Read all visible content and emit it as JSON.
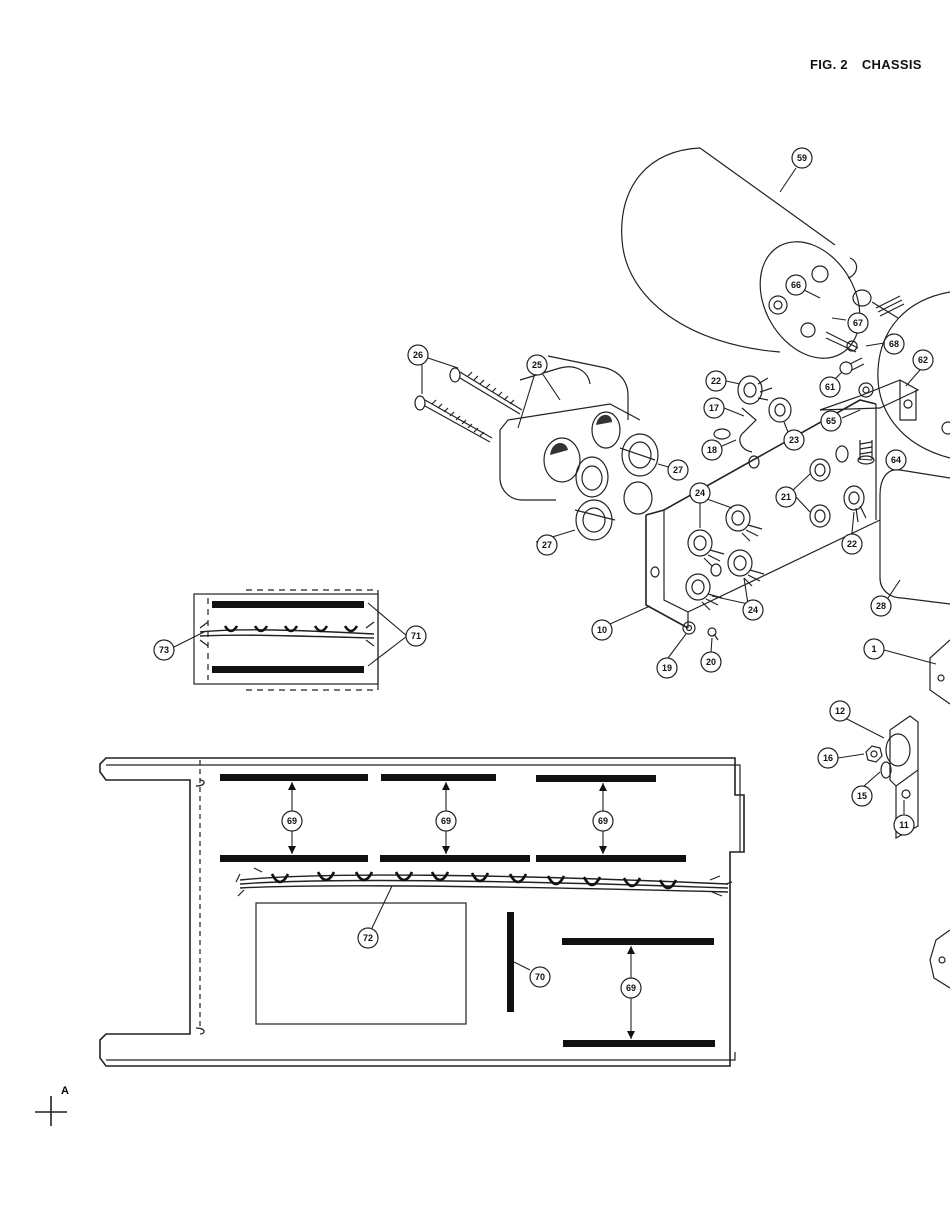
{
  "figure": {
    "number": "FIG. 2",
    "title": "CHASSIS"
  },
  "reference_mark": "A",
  "callouts": {
    "c59": "59",
    "c66": "66",
    "c67": "67",
    "c68": "68",
    "c61": "61",
    "c62": "62",
    "c26": "26",
    "c25": "25",
    "c22a": "22",
    "c17": "17",
    "c18": "18",
    "c23": "23",
    "c65": "65",
    "c27a": "27",
    "c27b": "27",
    "c64": "64",
    "c24a": "24",
    "c21": "21",
    "c22b": "22",
    "c24b": "24",
    "c28": "28",
    "c10": "10",
    "c19": "19",
    "c20": "20",
    "c1": "1",
    "c73": "73",
    "c71": "71",
    "c12": "12",
    "c16": "16",
    "c15": "15",
    "c11": "11",
    "c69a": "69",
    "c69b": "69",
    "c69c": "69",
    "c72": "72",
    "c70": "70",
    "c69d": "69"
  }
}
